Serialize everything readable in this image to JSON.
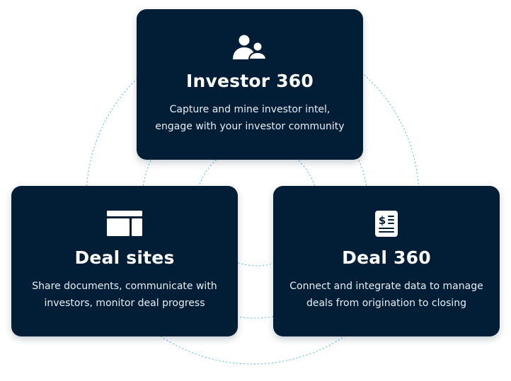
{
  "colors": {
    "card_bg": "#021e36",
    "ring": "#3aaed8",
    "icon": "#ffffff"
  },
  "cards": [
    {
      "title": "Investor 360",
      "description_lines": [
        "Capture and mine investor intel,",
        "engage with your investor community"
      ],
      "icon": "users-icon"
    },
    {
      "title": "Deal sites",
      "description_lines": [
        "Share documents, communicate with",
        "investors, monitor deal progress"
      ],
      "icon": "layout-icon"
    },
    {
      "title": "Deal 360",
      "description_lines": [
        "Connect and integrate data to manage",
        "deals from origination to closing"
      ],
      "icon": "dollar-document-icon"
    }
  ]
}
